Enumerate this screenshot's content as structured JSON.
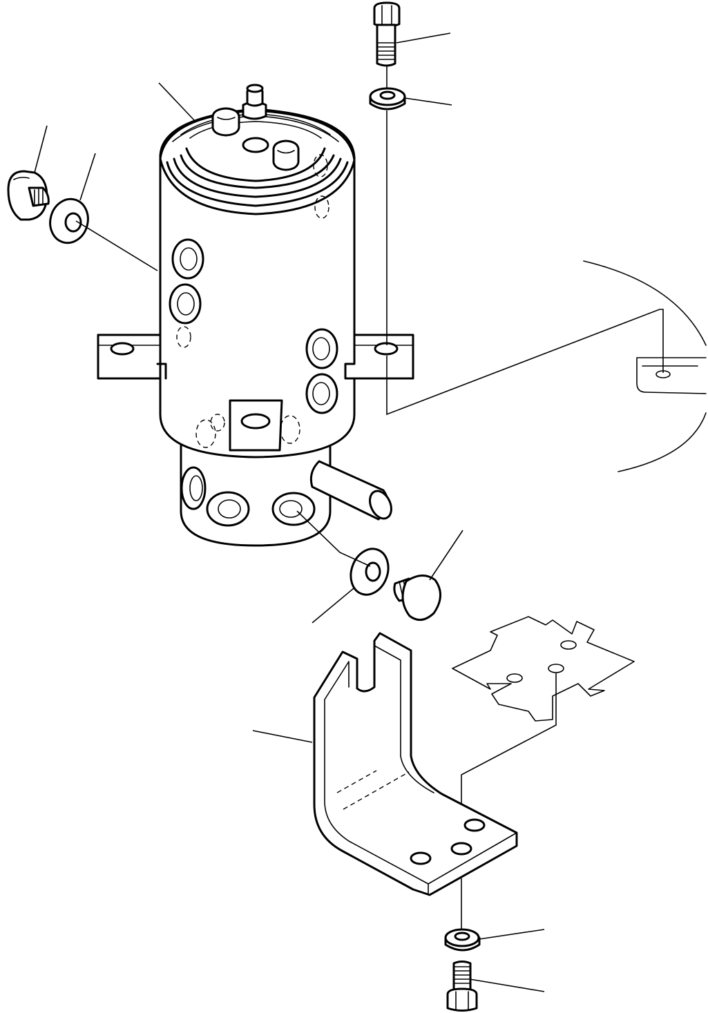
{
  "diagram": {
    "kind": "exploded-parts-drawing",
    "ink_color": "#000000",
    "paper_color": "#ffffff",
    "callout_labels": [],
    "parts": [
      {
        "id": "swivel-joint"
      },
      {
        "id": "plug-left"
      },
      {
        "id": "washer-left"
      },
      {
        "id": "bolt-top"
      },
      {
        "id": "washer-top"
      },
      {
        "id": "washer-lower"
      },
      {
        "id": "plug-lower"
      },
      {
        "id": "bracket"
      },
      {
        "id": "washer-bottom"
      },
      {
        "id": "bolt-bottom"
      },
      {
        "id": "mounting-frame"
      },
      {
        "id": "gasket-plate"
      }
    ]
  }
}
